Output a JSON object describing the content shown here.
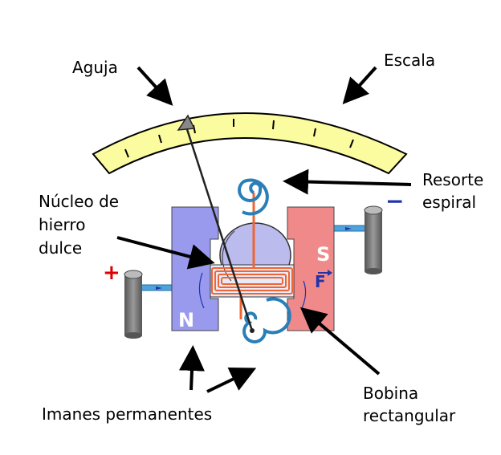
{
  "labels": {
    "needle": "Aguja",
    "scale": "Escala",
    "spring_line1": "Resorte",
    "spring_line2": "espiral",
    "core_line1": "Núcleo de",
    "core_line2": "hierro",
    "core_line3": "dulce",
    "magnets": "Imanes permanentes",
    "coil_line1": "Bobina",
    "coil_line2": "rectangular"
  },
  "poles": {
    "north": "N",
    "south": "S"
  },
  "terminals": {
    "positive": "+",
    "negative": "−"
  },
  "force": "F",
  "colors": {
    "scale_fill": "#fbfba0",
    "north_magnet": "#9999ee",
    "south_magnet": "#f08a8a",
    "coil": "#ee6633",
    "spring": "#3399cc",
    "core": "#bbbbee",
    "terminal_post": "#777777",
    "positive": "#dd0000",
    "negative": "#2233aa",
    "force_arrow": "#2233aa"
  }
}
